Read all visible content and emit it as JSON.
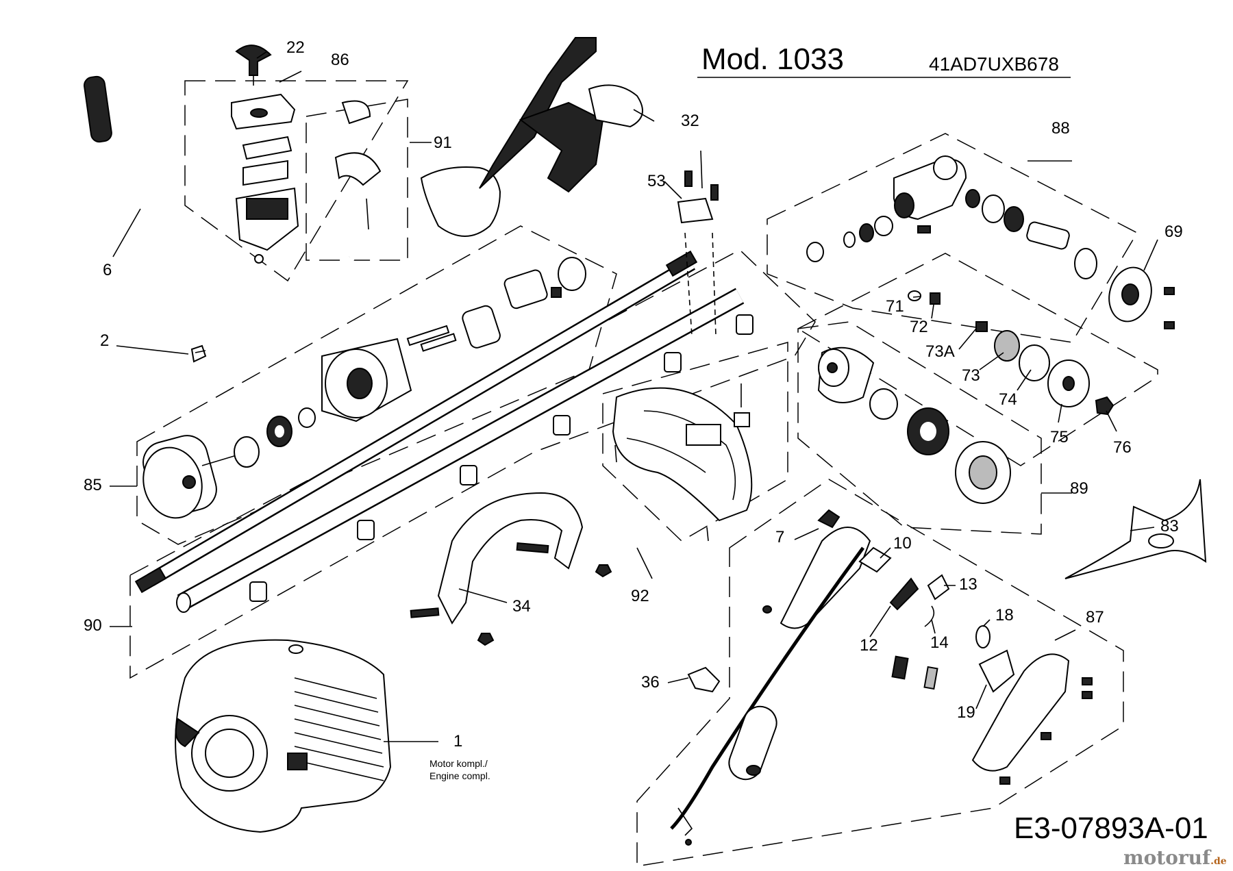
{
  "header": {
    "model": "Mod. 1033",
    "part_number": "41AD7UXB678"
  },
  "footer": {
    "drawing_number": "E3-07893A-01",
    "brand_main": "motoruf",
    "brand_suffix": ".de"
  },
  "engine_note": {
    "line1": "Motor kompl./",
    "line2": "Engine compl."
  },
  "callouts": {
    "c1": "1",
    "c2": "2",
    "c6": "6",
    "c7": "7",
    "c10": "10",
    "c12": "12",
    "c13": "13",
    "c14": "14",
    "c18": "18",
    "c19": "19",
    "c22": "22",
    "c32": "32",
    "c34": "34",
    "c36": "36",
    "c53": "53",
    "c69": "69",
    "c71": "71",
    "c72": "72",
    "c73": "73",
    "c73a": "73A",
    "c74": "74",
    "c75": "75",
    "c76": "76",
    "c83": "83",
    "c85": "85",
    "c86": "86",
    "c87": "87",
    "c88": "88",
    "c89": "89",
    "c90": "90",
    "c91": "91",
    "c92": "92"
  },
  "colors": {
    "line": "#000000",
    "brand_main": "#8a8a8a",
    "brand_accent": "#b5651d"
  }
}
